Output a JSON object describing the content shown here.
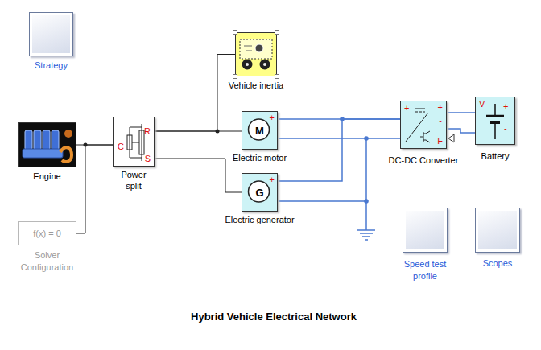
{
  "diagram": {
    "title": "Hybrid Vehicle Electrical Network",
    "nodes": [
      {
        "text": [
          "Strategy"
        ]
      },
      {
        "text": [
          "Engine"
        ]
      },
      {
        "text": [
          "f(x) = 0",
          "Solver Configuration"
        ]
      },
      {
        "text": [
          "C",
          "R",
          "S",
          "Power split"
        ]
      },
      {
        "text": [
          "Vehicle inertia"
        ]
      },
      {
        "text": [
          "M",
          "+",
          "Electric motor"
        ]
      },
      {
        "text": [
          "G",
          "+",
          "Electric generator"
        ]
      },
      {
        "text": [
          "+",
          "+",
          "-",
          "F",
          "DC-DC Converter"
        ]
      },
      {
        "text": [
          "V",
          "+",
          "-",
          "Battery"
        ]
      },
      {
        "text": [
          "Speed test profile"
        ]
      },
      {
        "text": [
          "Scopes"
        ]
      }
    ],
    "edges": [
      {
        "from": 1,
        "to": 3,
        "arrow": "none"
      },
      {
        "from": 2,
        "to": 3,
        "arrow": "none"
      },
      {
        "from": 3,
        "to": 4,
        "arrow": "none"
      },
      {
        "from": 3,
        "to": 5,
        "arrow": "none"
      },
      {
        "from": 3,
        "to": 6,
        "arrow": "none"
      },
      {
        "from": 5,
        "to": 7,
        "arrow": "none"
      },
      {
        "from": 6,
        "to": 7,
        "arrow": "none"
      },
      {
        "from": 7,
        "to": 8,
        "arrow": "none"
      }
    ]
  }
}
